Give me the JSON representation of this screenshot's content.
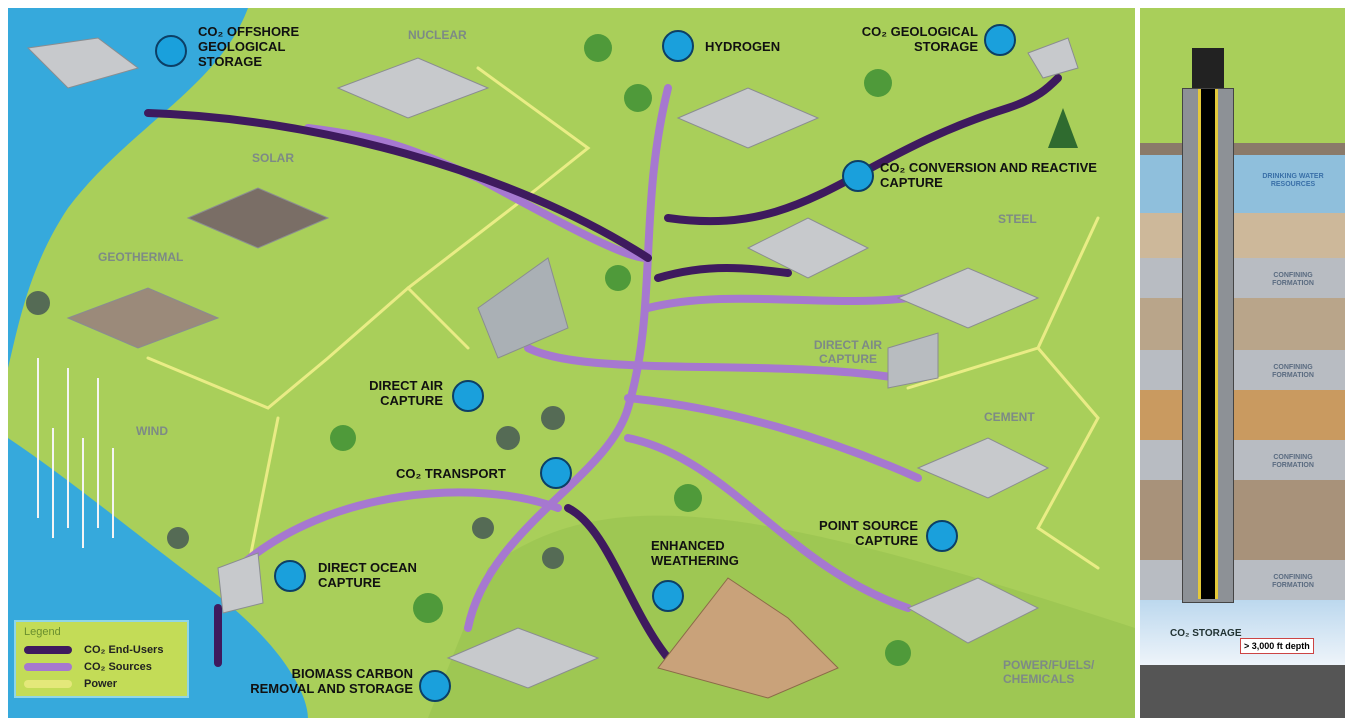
{
  "callouts": {
    "offshore": "CO₂ OFFSHORE GEOLOGICAL STORAGE",
    "hydrogen": "HYDROGEN",
    "geological": "CO₂ GEOLOGICAL STORAGE",
    "conversion": "CO₂ CONVERSION AND REACTIVE CAPTURE",
    "dac": "DIRECT AIR CAPTURE",
    "transport": "CO₂ TRANSPORT",
    "ocean": "DIRECT OCEAN CAPTURE",
    "weathering": "ENHANCED WEATHERING",
    "biomass": "BIOMASS CARBON REMOVAL AND STORAGE",
    "point": "POINT SOURCE CAPTURE"
  },
  "sources": {
    "nuclear": "NUCLEAR",
    "solar": "SOLAR",
    "geothermal": "GEOTHERMAL",
    "wind": "WIND",
    "steel": "STEEL",
    "dac": "DIRECT AIR CAPTURE",
    "cement": "CEMENT",
    "power": "POWER/FUELS/ CHEMICALS"
  },
  "legend": {
    "title": "Legend",
    "items": [
      {
        "label": "CO₂ End-Users",
        "color": "#3e1a5e"
      },
      {
        "label": "CO₂ Sources",
        "color": "#a678d0"
      },
      {
        "label": "Power",
        "color": "#e4e87a"
      }
    ]
  },
  "well": {
    "drinking": "DRINKING WATER RESOURCES",
    "confining": "CONFINING FORMATION",
    "depth": "> 3,000 ft depth",
    "storage": "CO₂ STORAGE"
  }
}
